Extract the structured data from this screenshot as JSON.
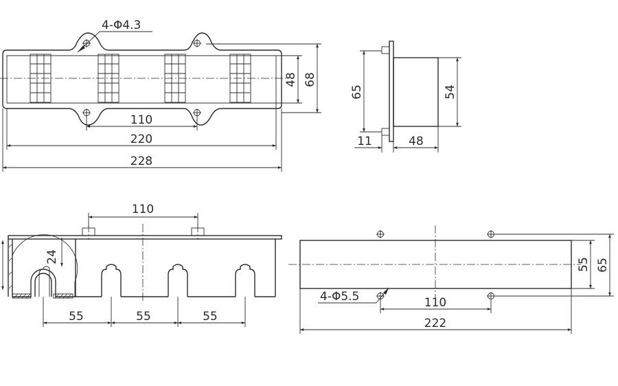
{
  "top_view": {
    "hole_label": "4-Φ4.3",
    "dim_hole_spacing": "110",
    "dim_inner_length": "220",
    "dim_overall_length": "228",
    "dim_inner_height": "48",
    "dim_outer_height": "68"
  },
  "side_view": {
    "dim_flange_height": "65",
    "dim_body_height": "54",
    "dim_flange_thickness": "11",
    "dim_body_depth": "48"
  },
  "front_section": {
    "dim_hole_spacing": "110",
    "dim_radius": "24",
    "dim_pitch_1": "55",
    "dim_pitch_2": "55",
    "dim_pitch_3": "55"
  },
  "cover_view": {
    "hole_label": "4-Φ5.5",
    "dim_hole_spacing": "110",
    "dim_length": "222",
    "dim_inner_height": "55",
    "dim_outer_height": "65"
  }
}
